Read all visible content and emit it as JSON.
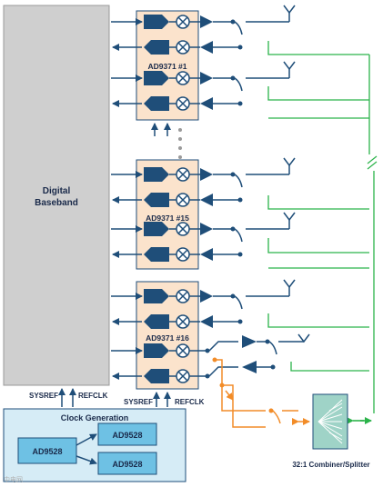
{
  "baseband": {
    "line1": "Digital",
    "line2": "Baseband"
  },
  "chips": [
    {
      "label": "AD9371 #1"
    },
    {
      "label": "AD9371 #15"
    },
    {
      "label": "AD9371 #16"
    }
  ],
  "clock": {
    "title": "Clock Generation",
    "source": "AD9528",
    "dist_top": "AD9528",
    "dist_bottom": "AD9528",
    "sysref": "SYSREF",
    "refclk": "REFCLK"
  },
  "combiner": {
    "label": "32:1 Combiner/Splitter"
  },
  "watermark": "中电网",
  "colors": {
    "navy": "#1f4e79",
    "green": "#2bb34a",
    "orange": "#f28c28",
    "baseband_fill": "#cfcfcf",
    "chip_fill": "#fbe3cc",
    "clock_fill": "#d6ecf6",
    "clock_box": "#6ec1e4",
    "combiner_fill": "#9fd3c7"
  }
}
